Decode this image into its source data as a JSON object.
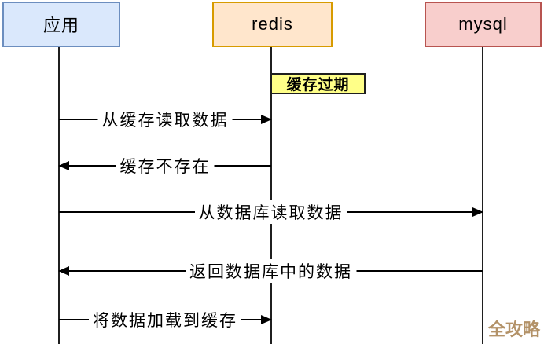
{
  "diagram": {
    "type": "sequence-diagram",
    "topic": "redis cache expiry read-through flow",
    "actors": [
      {
        "id": "app",
        "label": "应用",
        "fill": "#dae8fc",
        "stroke": "#6c8ebf"
      },
      {
        "id": "redis",
        "label": "redis",
        "fill": "#ffe6cc",
        "stroke": "#d79b00"
      },
      {
        "id": "mysql",
        "label": "mysql",
        "fill": "#f8cecc",
        "stroke": "#b85450"
      }
    ],
    "note": {
      "label": "缓存过期",
      "fill": "#ffff88",
      "stroke": "#1f1f1f",
      "attached_to": "redis"
    },
    "messages": [
      {
        "label": "从缓存读取数据",
        "from": "应用",
        "to": "redis",
        "direction": "right"
      },
      {
        "label": "缓存不存在",
        "from": "redis",
        "to": "应用",
        "direction": "left"
      },
      {
        "label": "从数据库读取数据",
        "from": "应用",
        "to": "mysql",
        "direction": "right"
      },
      {
        "label": "返回数据库中的数据",
        "from": "mysql",
        "to": "应用",
        "direction": "left"
      },
      {
        "label": "将数据加载到缓存",
        "from": "应用",
        "to": "redis",
        "direction": "right"
      }
    ],
    "watermark": {
      "label": "全攻略",
      "color": "#b39268"
    },
    "line_color": "#000000"
  }
}
